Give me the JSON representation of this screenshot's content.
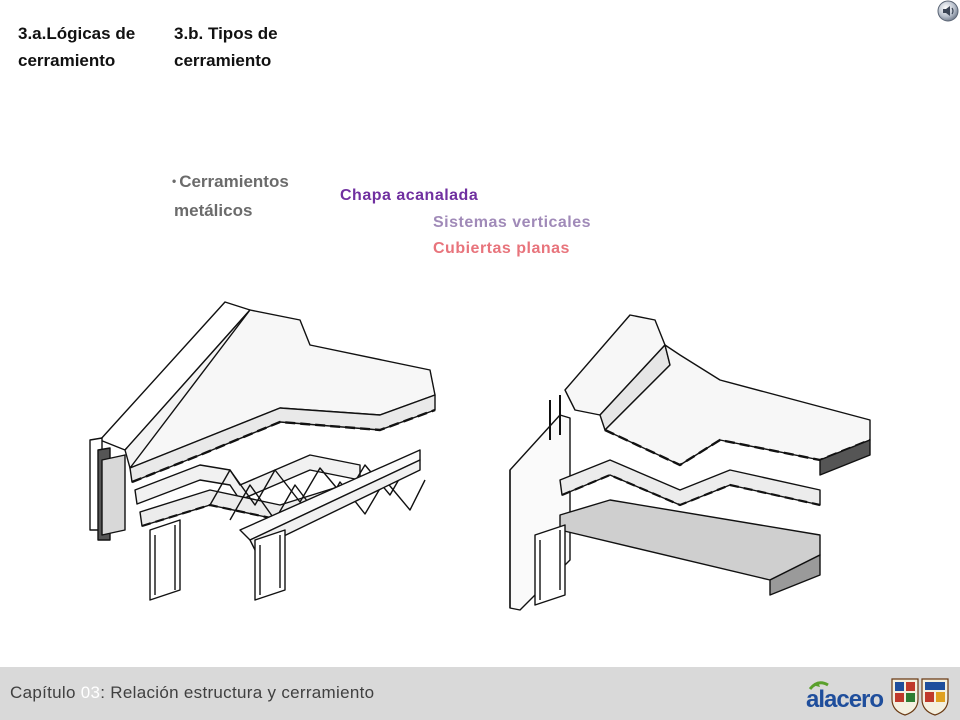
{
  "nav": {
    "section_a": "3.a.Lógicas de cerramiento",
    "section_b": "3.b. Tipos de cerramiento"
  },
  "content": {
    "bullet": "Cerramientos metálicos",
    "sub_items": [
      {
        "label": "Chapa acanalada",
        "color": "#7030a0"
      },
      {
        "label": "Sistemas verticales",
        "color": "#a08ab8"
      },
      {
        "label": "Cubiertas planas",
        "color": "#e8747c"
      }
    ]
  },
  "footer": {
    "prefix": "Capítulo ",
    "chapter": "03",
    "suffix": ": Relación estructura y cerramiento",
    "logo_text": "alacero"
  },
  "icons": {
    "speaker": "speaker-icon"
  },
  "colors": {
    "footer_bg": "#d9d9d9",
    "logo_green": "#5aa02c",
    "logo_blue": "#1f4e9c"
  }
}
